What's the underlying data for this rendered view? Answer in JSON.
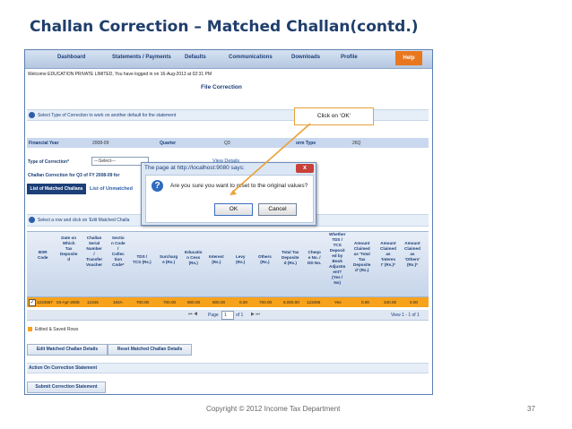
{
  "slide": {
    "title": "Challan Correction – Matched Challan(contd.)",
    "footer": "Copyright © 2012 Income Tax Department",
    "page_number": "37"
  },
  "nav": {
    "items": [
      "Dashboard",
      "Statements / Payments",
      "Defaults",
      "Communications",
      "Downloads",
      "Profile"
    ],
    "help": "Help"
  },
  "welcome": "Welcome EDUCATION PRIVATE LIMITED, You have logged in on 16-Aug-2013 at 02:31 PM",
  "page_heading": "File Correction",
  "select_type_instruction": "Select Type of Correction to work on another default for the statement",
  "filters": {
    "financial_year_label": "Financial Year",
    "financial_year_value": "2008-09",
    "quarter_label": "Quarter",
    "quarter_value": "Q3",
    "form_type_label": "orm Type",
    "form_type_value": "26Q",
    "type_of_correction_label": "Type of Correction*",
    "type_of_correction_value": "---Select---",
    "view_details": "View Details"
  },
  "challan_heading": "Challan Correction for Q3 of FY 2008-09 for",
  "tabs": {
    "matched": "List of Matched Challans",
    "unmatched": "List of Unmatched"
  },
  "select_row_instruction": "Select a row and click on 'Edit Matched Challa",
  "table": {
    "headers": [
      "BSR\nCode",
      "Date on\nWhich\nTax\nDeposite\nd",
      "Challan\nSerial\nNumber\n/\nTransfer\nVoucher",
      "Sectio\nn Code\n/\nCollec\ntion\nCode*",
      "TDS /\nTCS (Rs.)",
      "Surcharg\ne (Rs.)",
      "Educatio\nn Cess\n(Rs.)",
      "Interest\n(Rs.)",
      "Levy\n(Rs.)",
      "Others\n(Rs.)",
      "Total Tax\nDeposite\nd (Rs.)",
      "Cheqo\ne No. /\nDD No.",
      "Whether\nTDS /\nTCS\nDeposit\ned by\nBook\nAdjustm\nent?\n(Yes /\nNo)",
      "Amount\nClaimed\nas 'Total\nTax\nDeposite\nd' (Rs.)",
      "Amount\nClaimed\nas\n'Interes\nt' (Rs.)*",
      "Amount\nClaimed\nas\n'Others'\n(Rs.)*"
    ],
    "row": [
      "1234567",
      "04-Apr-2008",
      "12345",
      "194A",
      "700.00",
      "700.00",
      "800.00",
      "800.00",
      "0.00",
      "700.00",
      "8,000.00",
      "123456",
      "Yes",
      "0.00",
      "340.00",
      "0.00"
    ]
  },
  "pager": {
    "page_label": "Page",
    "page_value": "1",
    "of_label": "of 1",
    "view": "View 1 - 1 of 1"
  },
  "legend": "Edited & Saved Rows",
  "buttons": {
    "edit": "Edit Matched Challan Details",
    "reset": "Reset Matched Challan Details",
    "submit": "Submit Correction Statement"
  },
  "action_heading": "Action On Correction Statement",
  "dialog": {
    "title": "The page at http://localhost:9080 says:",
    "message": "Are you sure you want to reset to the original values?",
    "ok": "OK",
    "cancel": "Cancel",
    "close": "x"
  },
  "callout": "Click on ‘OK’",
  "colors": {
    "title": "#1f3e6c",
    "nav_text": "#1c3f78",
    "help_button": "#e8771f",
    "selected_row": "#f7a21b",
    "callout_border": "#e8a23a"
  }
}
